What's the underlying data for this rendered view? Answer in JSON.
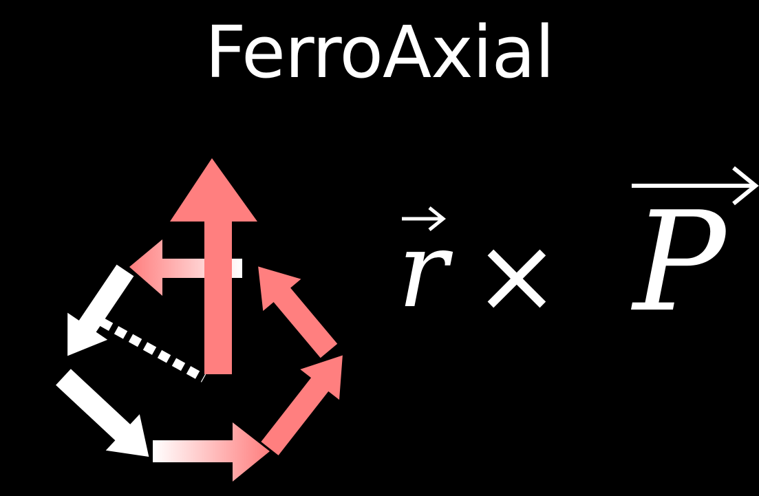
{
  "slide": {
    "title": "FerroAxial"
  },
  "formula": {
    "left_symbol": "r",
    "operator": "×",
    "right_symbol": "P"
  },
  "colors": {
    "background": "#000000",
    "text": "#ffffff",
    "arrow_red": "#ff7f7f",
    "arrow_light": "#ffffff"
  },
  "diagram": {
    "arrows": [
      "up-arrow",
      "left-arrow",
      "down-left-arrow",
      "down-right-arrow",
      "right-arrow",
      "up-right-arrow",
      "up-left-arrow"
    ]
  }
}
